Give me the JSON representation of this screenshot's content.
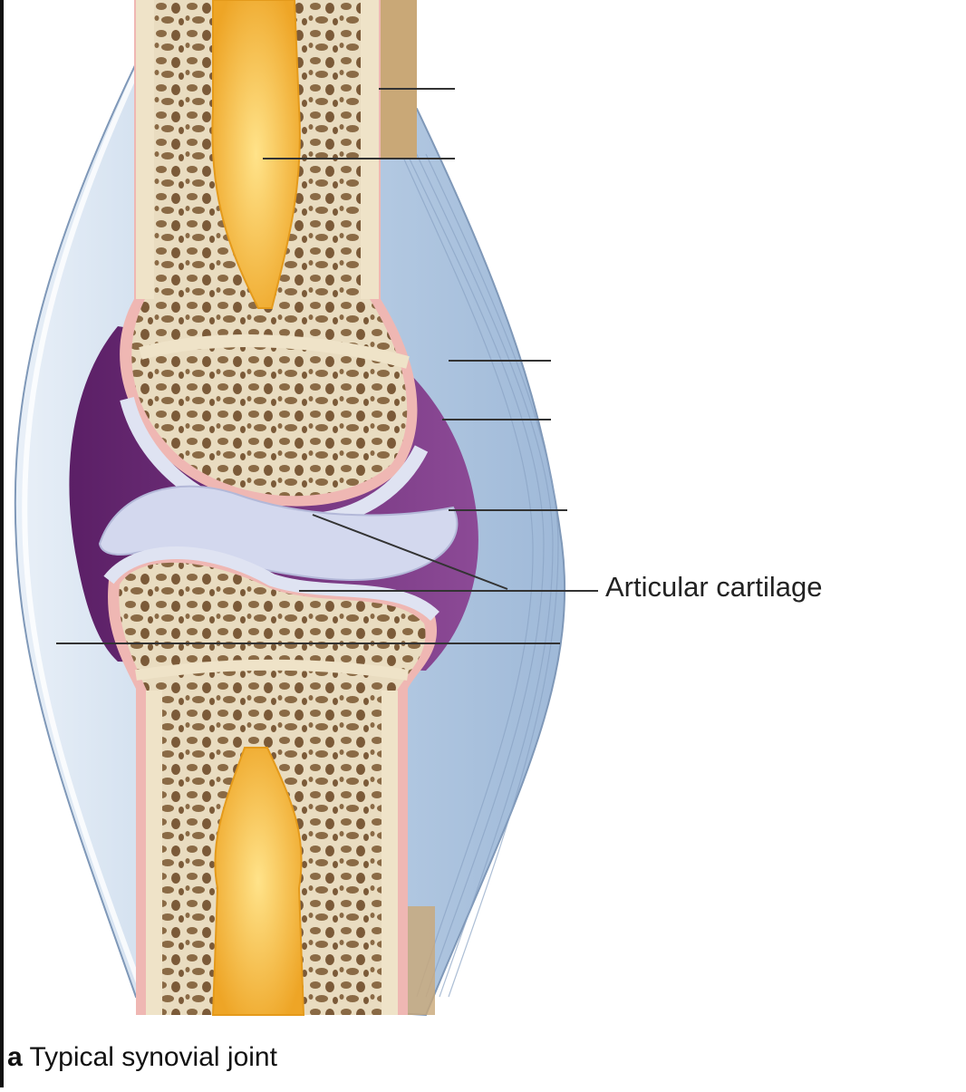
{
  "labels": {
    "articular_cartilage": "Articular cartilage"
  },
  "caption": {
    "letter": "a",
    "text": "Typical synovial joint"
  },
  "colors": {
    "marrow": "#f0b732",
    "spongy_bone": "#e9dcc0",
    "bone_pores": "#8a6a45",
    "cartilage": "#dfe3f2",
    "synovial_cavity": "#6e2a78",
    "capsule": "#bcd0e6",
    "periosteum": "#efb7b3",
    "tendon_tan": "#c9a877"
  }
}
